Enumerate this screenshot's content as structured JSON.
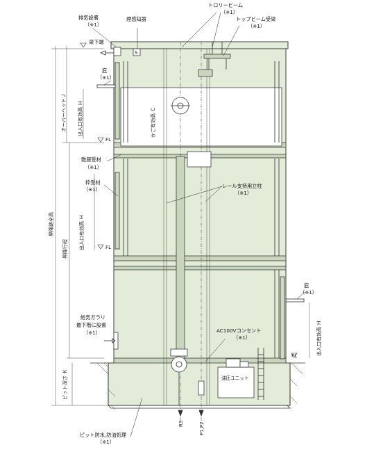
{
  "labels": {
    "exhaust": "排気設備",
    "exhaust_note": "（※1）",
    "smoke": "煙感知器",
    "smoke_symbol": "S",
    "trolley": "トロリービーム",
    "trolley_note": "（※1）",
    "topbeam": "トップビーム受梁",
    "topbeam_note": "（※1）",
    "beam_lower_end": "梁下端",
    "eaves_top": "庇",
    "eaves_top_note": "（※1）",
    "overhead": "オーバーヘッドＪ",
    "door_h": "出入口有効高 Ｈ",
    "fl": "FL",
    "car_h": "かご有効高 Ｃ",
    "sill": "敷居受材",
    "sill_note": "（※1）",
    "frame": "枠受材",
    "frame_note": "（※1）",
    "rail": "レール支持用立柱",
    "rail_note": "（※1）",
    "total": "昇降路全高",
    "travel": "昇降行程",
    "eaves_right": "庇",
    "eaves_right_note": "（※1）",
    "supply": "給気ガラリ",
    "supply_sub": "最下階に設置",
    "supply_note": "（※1）",
    "outlet": "AC100Vコンセント",
    "outlet_note": "（※1）",
    "pit": "ピット深さ Ｋ",
    "unit": "油圧ユニット",
    "r3": "R3",
    "p": "P1,P2",
    "waterproof": "ピット防水,防油処理",
    "waterproof_note": "（※1）"
  }
}
